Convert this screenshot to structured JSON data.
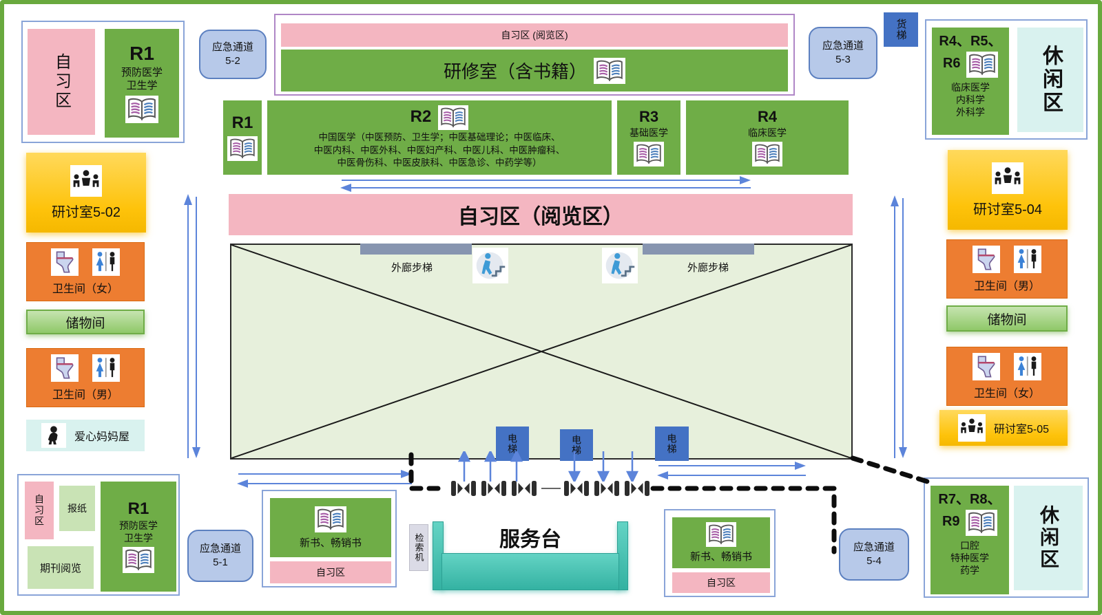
{
  "plan": {
    "top_left": {
      "study_area": "自习区",
      "r1_code": "R1",
      "r1_subjects": "预防医学\n卫生学"
    },
    "emergency_exits": {
      "label": "应急通道",
      "e51": "5-1",
      "e52": "5-2",
      "e53": "5-3",
      "e54": "5-4"
    },
    "top_center": {
      "study_strip": "自习区 (阅览区)",
      "seminar_room": "研修室（含书籍）"
    },
    "freight_elevator": "货梯",
    "top_right": {
      "codes": "R4、R5、R6",
      "subjects": "临床医学\n内科学\n外科学",
      "leisure": "休闲区"
    },
    "stacks": {
      "r1_code": "R1",
      "r2_code": "R2",
      "r2_desc": "中国医学（中医预防、卫生学；中医基础理论；中医临床、\n中医内科、中医外科、中医妇产科、中医儿科、中医肿瘤科、\n中医骨伤科、中医皮肤科、中医急诊、中药学等）",
      "r3_code": "R3",
      "r3_name": "基础医学",
      "r4_code": "R4",
      "r4_name": "临床医学"
    },
    "reading_bar": "自习区（阅览区）",
    "atrium": {
      "stairs_left": "外廊步梯",
      "stairs_right": "外廊步梯",
      "elevator": "电梯"
    },
    "left_wing": {
      "seminar": "研讨室5-02",
      "toilet_female": "卫生间（女）",
      "storage": "储物间",
      "toilet_male": "卫生间（男）",
      "nursing": "爱心妈妈屋"
    },
    "right_wing": {
      "seminar_top": "研讨室5-04",
      "toilet_male": "卫生间（男）",
      "storage": "储物间",
      "toilet_female": "卫生间（女）",
      "seminar_bottom": "研讨室5-05"
    },
    "bottom_left": {
      "study_area": "自习区",
      "newspaper": "报纸",
      "r1_code": "R1",
      "r1_subjects": "预防医学\n卫生学",
      "periodicals": "期刊阅览"
    },
    "bottom_center": {
      "new_books": "新书、畅销书",
      "study_area": "自习区",
      "search_machine": "检索机",
      "service_desk": "服务台"
    },
    "bottom_right": {
      "new_books": "新书、畅销书",
      "study_area": "自习区",
      "codes": "R7、R8、R9",
      "subjects": "口腔\n特种医学\n药学",
      "leisure": "休闲区"
    }
  },
  "colors": {
    "frame_green": "#69A93E",
    "stack_green": "#6FAD47",
    "pink": "#F4B6C1",
    "light_green": "#C9E3B5",
    "atrium_green": "#E7F0DC",
    "orange": "#ED7D31",
    "seminar_yellow": "#FEC30B",
    "leisure_cyan": "#D9F2EF",
    "elevator_blue": "#4472C4",
    "emergency_blue": "#B7C9E9",
    "service_teal": "#3FC0AE",
    "arrow_blue": "#5C84DA",
    "stair_bar_gray": "#8795B0"
  }
}
